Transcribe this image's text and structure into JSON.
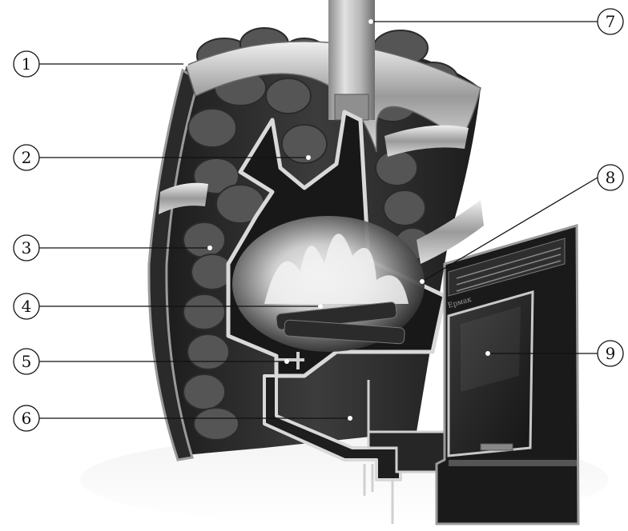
{
  "diagram": {
    "callouts": [
      {
        "number": "1"
      },
      {
        "number": "2"
      },
      {
        "number": "3"
      },
      {
        "number": "4"
      },
      {
        "number": "5"
      },
      {
        "number": "6"
      },
      {
        "number": "7"
      },
      {
        "number": "8"
      },
      {
        "number": "9"
      }
    ],
    "door_badge": "Ермак",
    "colors": {
      "background": "#ffffff",
      "metal_light": "#cfcfcf",
      "metal_dark": "#3a3a3a",
      "stones": "#5a5a5a",
      "fire": "#e8e8e8",
      "glass": "#2a2a2a",
      "callout_line": "#111111"
    }
  }
}
